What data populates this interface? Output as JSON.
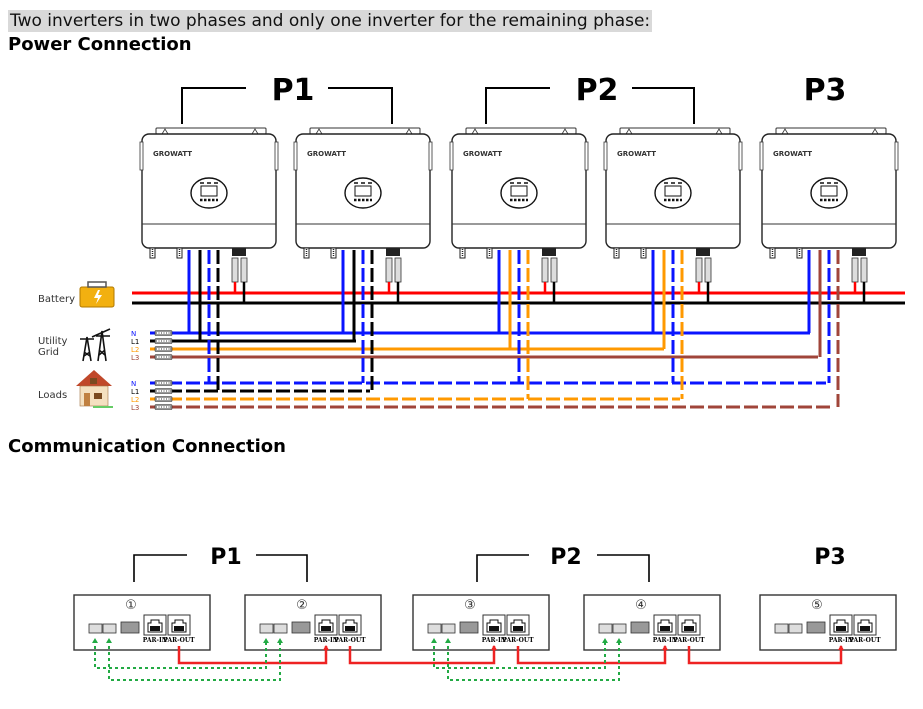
{
  "intro_text": "Two inverters in two phases and only one inverter for the remaining phase:",
  "power_section": {
    "title": "Power Connection",
    "phase_groups": [
      {
        "label": "P1",
        "inverters": [
          1,
          2
        ],
        "line": "L1"
      },
      {
        "label": "P2",
        "inverters": [
          3,
          4
        ],
        "line": "L2"
      },
      {
        "label": "P3",
        "inverters": [
          5
        ],
        "line": "L3"
      }
    ],
    "inverter_brand": "GROWATT",
    "sources": [
      {
        "label": "Battery",
        "icon": "battery-icon"
      },
      {
        "label_line1": "Utility",
        "label_line2": "Grid",
        "icon": "power-tower-icon",
        "lines": [
          "N",
          "L1",
          "L2",
          "L3"
        ]
      },
      {
        "label": "Loads",
        "icon": "house-icon",
        "lines": [
          "N",
          "L1",
          "L2",
          "L3"
        ]
      }
    ]
  },
  "communication_section": {
    "title": "Communication Connection",
    "phase_groups": [
      {
        "label": "P1"
      },
      {
        "label": "P2"
      },
      {
        "label": "P3"
      }
    ],
    "units": [
      {
        "number": "①",
        "port_in": "PAR-IN",
        "port_out": "PAR-OUT"
      },
      {
        "number": "②",
        "port_in": "PAR-IN",
        "port_out": "PAR-OUT"
      },
      {
        "number": "③",
        "port_in": "PAR-IN",
        "port_out": "PAR-OUT"
      },
      {
        "number": "④",
        "port_in": "PAR-IN",
        "port_out": "PAR-OUT"
      },
      {
        "number": "⑤",
        "port_in": "PAR-IN",
        "port_out": "PAR-OUT"
      }
    ]
  },
  "colors": {
    "N": "#0a14ff",
    "L1": "#000000",
    "L2": "#ff9900",
    "L3": "#a0453a",
    "battery_pos": "#ff0000",
    "battery_neg": "#000000",
    "comm_parallel": "#ee2222",
    "comm_current_share": "#22aa44"
  }
}
